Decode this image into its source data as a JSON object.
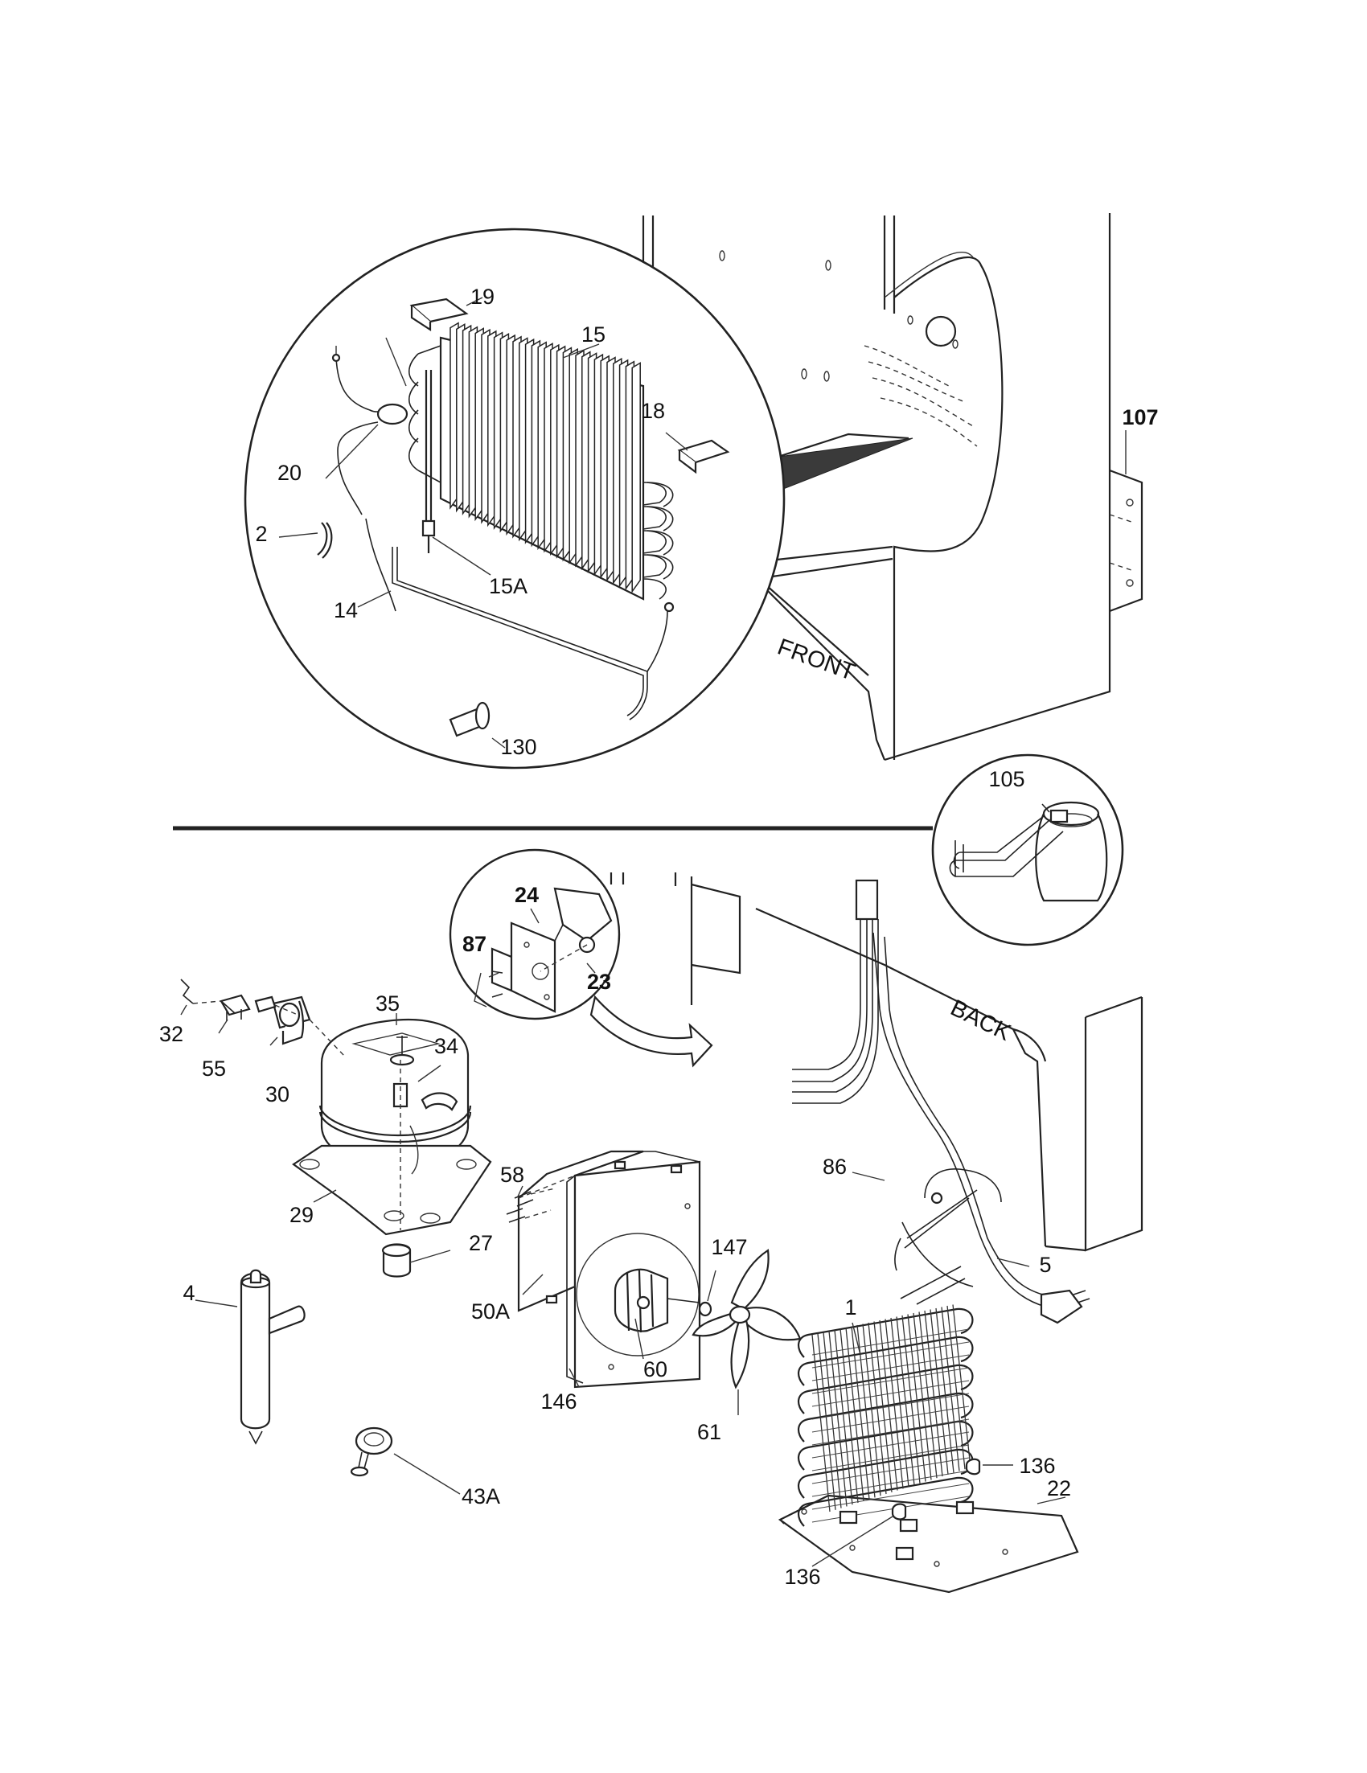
{
  "diagram": {
    "views": [
      "FRONT",
      "BACK"
    ],
    "callouts": [
      {
        "id": "19",
        "bold": false
      },
      {
        "id": "15",
        "bold": false
      },
      {
        "id": "18",
        "bold": false
      },
      {
        "id": "20",
        "bold": false
      },
      {
        "id": "2",
        "bold": false
      },
      {
        "id": "15A",
        "bold": false
      },
      {
        "id": "14",
        "bold": false
      },
      {
        "id": "130",
        "bold": false
      },
      {
        "id": "107",
        "bold": true
      },
      {
        "id": "105",
        "bold": false
      },
      {
        "id": "24",
        "bold": true
      },
      {
        "id": "87",
        "bold": true
      },
      {
        "id": "23",
        "bold": true
      },
      {
        "id": "35",
        "bold": false
      },
      {
        "id": "34",
        "bold": false
      },
      {
        "id": "32",
        "bold": false
      },
      {
        "id": "55",
        "bold": false
      },
      {
        "id": "30",
        "bold": false
      },
      {
        "id": "29",
        "bold": false
      },
      {
        "id": "27",
        "bold": false
      },
      {
        "id": "58",
        "bold": false
      },
      {
        "id": "50A",
        "bold": false
      },
      {
        "id": "86",
        "bold": false
      },
      {
        "id": "4",
        "bold": false
      },
      {
        "id": "147",
        "bold": false
      },
      {
        "id": "60",
        "bold": false
      },
      {
        "id": "146",
        "bold": false
      },
      {
        "id": "61",
        "bold": false
      },
      {
        "id": "1",
        "bold": false
      },
      {
        "id": "5",
        "bold": false
      },
      {
        "id": "136",
        "bold": false
      },
      {
        "id": "22",
        "bold": false
      },
      {
        "id": "136",
        "bold": false
      },
      {
        "id": "43A",
        "bold": false
      }
    ]
  }
}
